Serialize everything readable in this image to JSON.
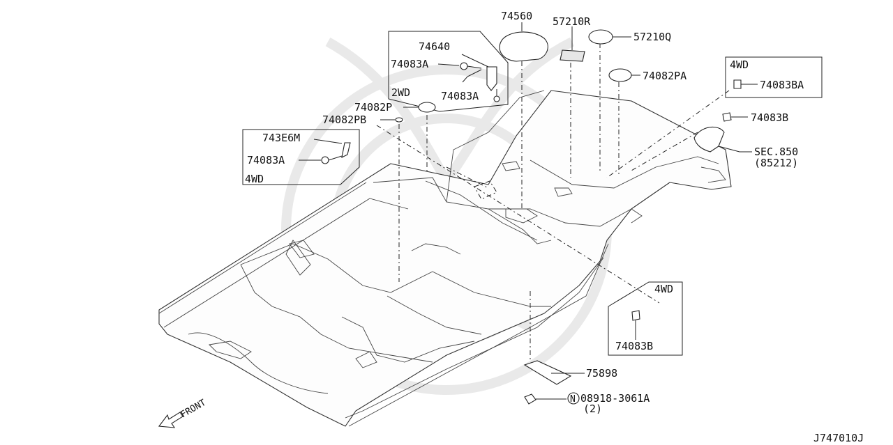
{
  "diagram": {
    "part_labels": {
      "p74560": "74560",
      "p57210R": "57210R",
      "p57210Q": "57210Q",
      "p74640": "74640",
      "p74083A_top": "74083A",
      "p74083A_mid": "74083A",
      "p74082PA": "74082PA",
      "p74083BA": "74083BA",
      "p74083B_right": "74083B",
      "p74082P": "74082P",
      "p74082PB": "74082PB",
      "p743E6M": "743E6M",
      "p74083A_left": "74083A",
      "sec850": "SEC.850",
      "sec850_ref": "(85212)",
      "p75898": "75898",
      "p08918": "08918-3061A",
      "p08918_qty": "(2)",
      "p74083B_bottom": "74083B",
      "n_symbol": "N"
    },
    "variant_labels": {
      "box_2wd": "2WD",
      "box_4wd_left": "4WD",
      "box_4wd_topright": "4WD",
      "box_4wd_bottomright": "4WD"
    },
    "front_label": "FRONT",
    "diagram_code": "J747010J"
  }
}
